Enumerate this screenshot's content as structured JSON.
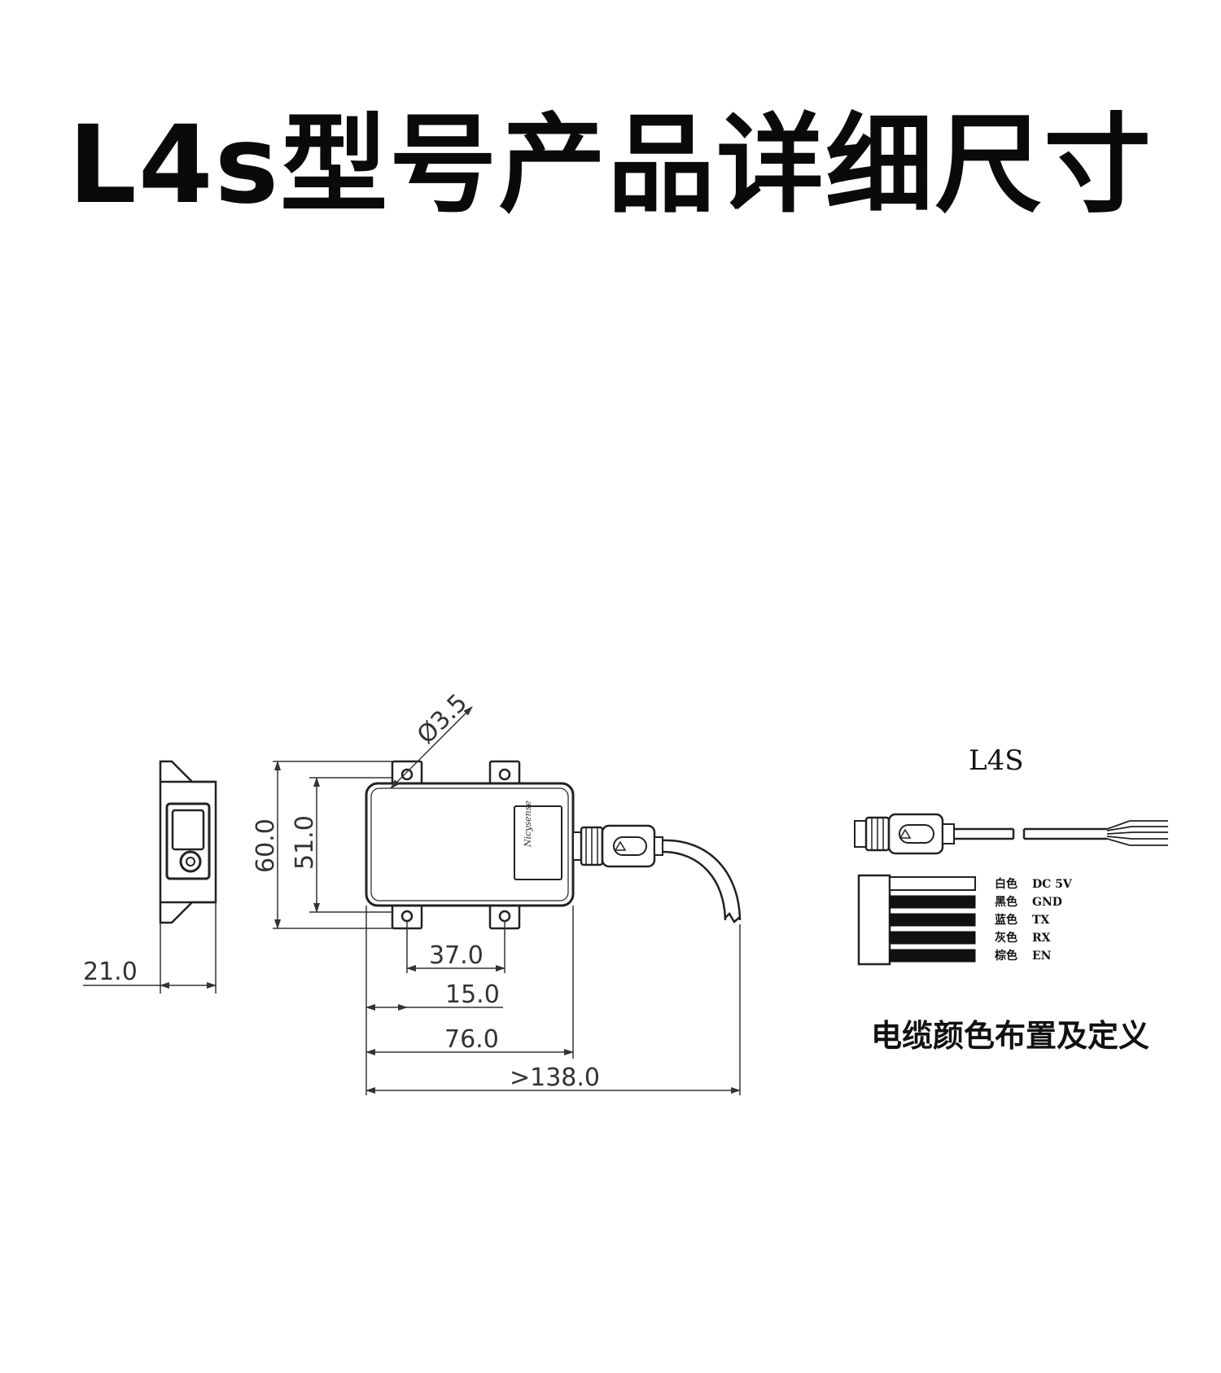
{
  "title": "L4s型号产品详细尺寸",
  "dimensions": {
    "hole_diameter": "Ø3.5",
    "overall_height": "60.0",
    "inner_height": "51.0",
    "depth": "21.0",
    "hole_spacing": "37.0",
    "hole_offset": "15.0",
    "body_length": "76.0",
    "total_length": ">138.0"
  },
  "wiring": {
    "model": "L4S",
    "wires": [
      {
        "color_name": "白色",
        "signal": "DC 5V",
        "hex": "#ffffff"
      },
      {
        "color_name": "黑色",
        "signal": "GND",
        "hex": "#111111"
      },
      {
        "color_name": "蓝色",
        "signal": "TX",
        "hex": "#111111"
      },
      {
        "color_name": "灰色",
        "signal": "RX",
        "hex": "#111111"
      },
      {
        "color_name": "棕色",
        "signal": "EN",
        "hex": "#111111"
      }
    ],
    "caption": "电缆颜色布置及定义"
  }
}
